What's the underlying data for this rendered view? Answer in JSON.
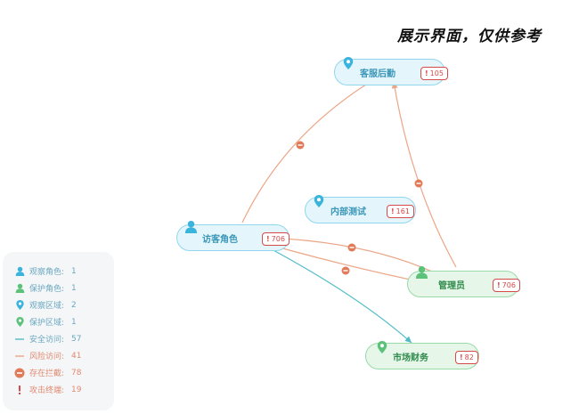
{
  "headline": "展示界面，仅供参考",
  "colors": {
    "blue": "#3bb4dd",
    "green": "#5cc27a",
    "safe_edge": "#4fbcc8",
    "risk_edge": "#eba687",
    "block": "#e07a58",
    "alert": "#d64a4a"
  },
  "nodes": [
    {
      "id": "kefu",
      "label": "客服后勤",
      "badge": "105",
      "kind": "blue",
      "icon": "location-pin-icon"
    },
    {
      "id": "neibu",
      "label": "内部测试",
      "badge": "161",
      "kind": "blue",
      "icon": "location-pin-icon"
    },
    {
      "id": "fangke",
      "label": "访客角色",
      "badge": "706",
      "kind": "blue",
      "icon": "user-icon"
    },
    {
      "id": "guanli",
      "label": "管理员",
      "badge": "706",
      "kind": "green",
      "icon": "user-icon"
    },
    {
      "id": "shichang",
      "label": "市场财务",
      "badge": "82",
      "kind": "green",
      "icon": "location-pin-icon"
    }
  ],
  "edges": [
    {
      "from": "fangke",
      "to": "kefu",
      "type": "risk",
      "blocked": true
    },
    {
      "from": "guanli",
      "to": "kefu",
      "type": "risk",
      "blocked": true
    },
    {
      "from": "fangke",
      "to": "guanli",
      "type": "risk",
      "blocked": true
    },
    {
      "from": "guanli",
      "to": "fangke",
      "type": "risk",
      "blocked": true
    },
    {
      "from": "fangke",
      "to": "shichang",
      "type": "safe",
      "blocked": false
    }
  ],
  "legend": [
    {
      "icon": "user-icon",
      "color": "#3bb4dd",
      "label": "观察角色:",
      "count": "1"
    },
    {
      "icon": "user-icon",
      "color": "#5cc27a",
      "label": "保护角色:",
      "count": "1"
    },
    {
      "icon": "location-pin-icon",
      "color": "#3bb4dd",
      "label": "观察区域:",
      "count": "2"
    },
    {
      "icon": "location-pin-icon",
      "color": "#5cc27a",
      "label": "保护区域:",
      "count": "1"
    },
    {
      "icon": "line-icon",
      "color": "#4fbcc8",
      "label": "安全访问:",
      "count": "57"
    },
    {
      "icon": "line-icon",
      "color": "#eba687",
      "label": "风险访问:",
      "count": "41"
    },
    {
      "icon": "block-icon",
      "color": "#e07a58",
      "label": "存在拦截:",
      "count": "78"
    },
    {
      "icon": "exclamation-icon",
      "color": "#d64a4a",
      "label": "攻击终端:",
      "count": "19"
    }
  ]
}
